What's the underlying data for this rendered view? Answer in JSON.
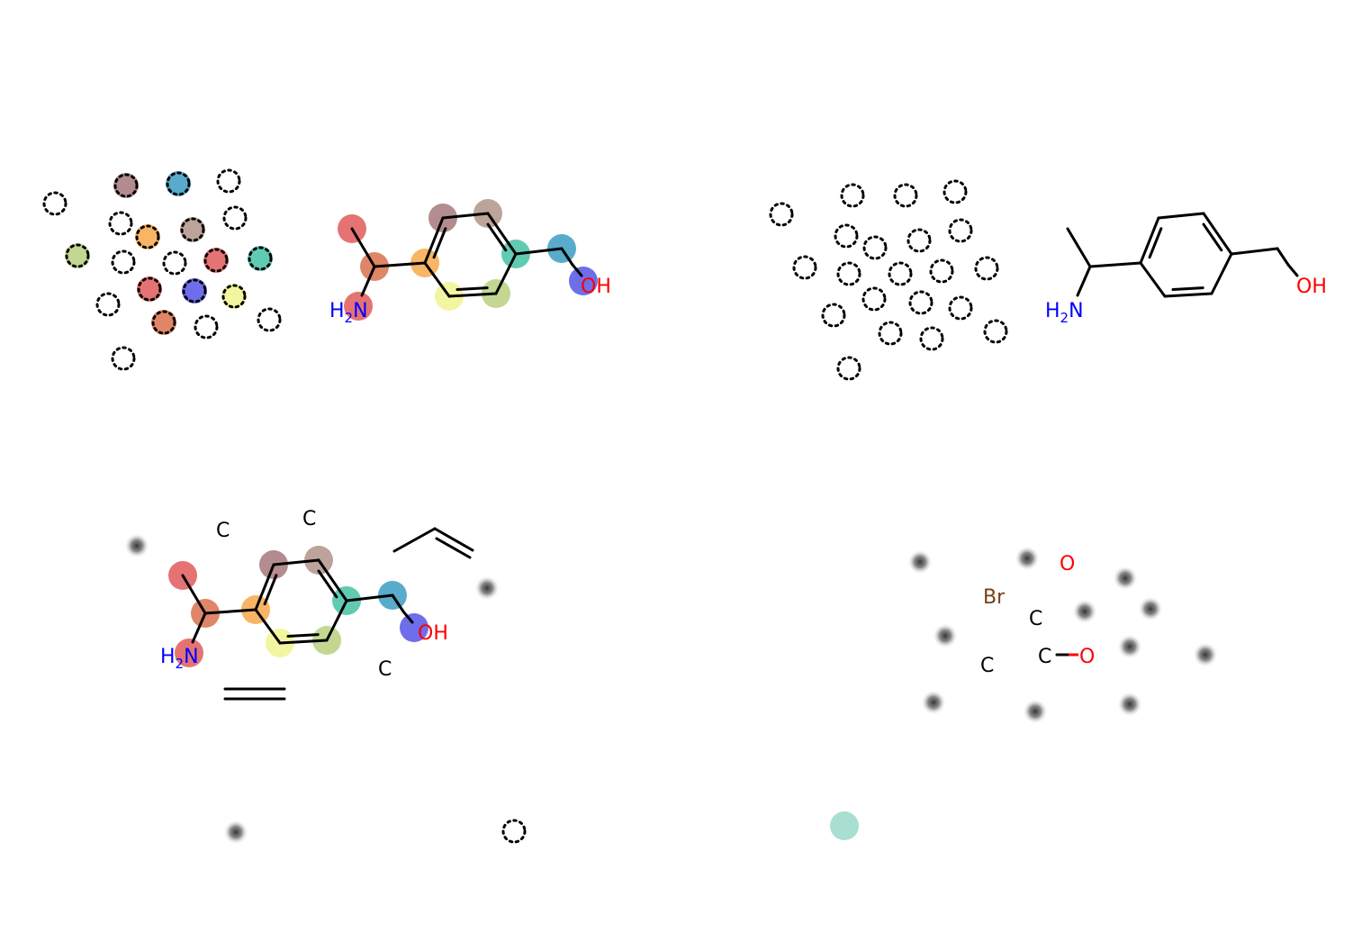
{
  "colors": {
    "atom_black": "#000000",
    "nitrogen": "#0000ff",
    "oxygen": "#ff0000",
    "bromine": "#7a3f12",
    "hl_red": "#e05a5a",
    "hl_salmon": "#d9714f",
    "hl_orange": "#f7a84a",
    "hl_mauve": "#a5787a",
    "hl_taupe": "#b0948a",
    "hl_teal": "#45c1a6",
    "hl_blue": "#3b9cc2",
    "hl_violet": "#5555e6",
    "hl_yellow": "#f1f58f",
    "hl_green": "#b8d080",
    "hl_mint": "#a8dfd0",
    "blur_gray": "#555555"
  },
  "panel_top_right": {
    "label_nh2": "H2N",
    "label_oh": "OH"
  },
  "panel_top_left": {
    "label_nh2": "H2N",
    "label_oh": "OH"
  },
  "panel_bottom_left": {
    "label_nh2": "H2N",
    "label_oh": "OH",
    "label_c1": "C",
    "label_c2": "C",
    "label_c3": "C"
  },
  "panel_bottom_right": {
    "label_o1": "O",
    "label_br": "Br",
    "label_c1": "C",
    "label_c2": "C",
    "label_c3": "C",
    "label_o2": "O"
  },
  "icons": {
    "dotted_marker": "dotted-circle-icon",
    "blur_marker": "blurred-dot-icon"
  }
}
